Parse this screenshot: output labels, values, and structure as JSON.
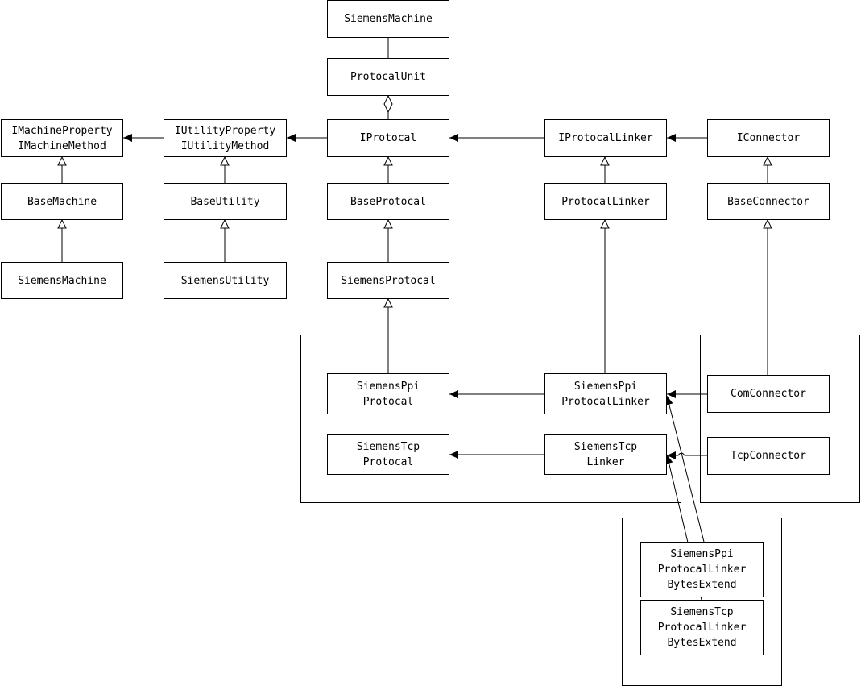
{
  "diagram": {
    "nodes": {
      "siemens_machine_top": [
        "SiemensMachine"
      ],
      "protocal_unit": [
        "ProtocalUnit"
      ],
      "imachine": [
        "IMachineProperty",
        "IMachineMethod"
      ],
      "iutility": [
        "IUtilityProperty",
        "IUtilityMethod"
      ],
      "iprotocal": [
        "IProtocal"
      ],
      "iprotocal_linker": [
        "IProtocalLinker"
      ],
      "iconnector": [
        "IConnector"
      ],
      "base_machine": [
        "BaseMachine"
      ],
      "base_utility": [
        "BaseUtility"
      ],
      "base_protocal": [
        "BaseProtocal"
      ],
      "protocal_linker": [
        "ProtocalLinker"
      ],
      "base_connector": [
        "BaseConnector"
      ],
      "siemens_machine": [
        "SiemensMachine"
      ],
      "siemens_utility": [
        "SiemensUtility"
      ],
      "siemens_protocal": [
        "SiemensProtocal"
      ],
      "siemens_ppi_protocal": [
        "SiemensPpi",
        "Protocal"
      ],
      "siemens_ppi_linker": [
        "SiemensPpi",
        "ProtocalLinker"
      ],
      "com_connector": [
        "ComConnector"
      ],
      "siemens_tcp_protocal": [
        "SiemensTcp",
        "Protocal"
      ],
      "siemens_tcp_linker": [
        "SiemensTcp",
        "Linker"
      ],
      "tcp_connector": [
        "TcpConnector"
      ],
      "ppi_bytes_extend": [
        "SiemensPpi",
        "ProtocalLinker",
        "BytesExtend"
      ],
      "tcp_bytes_extend": [
        "SiemensTcp",
        "ProtocalLinker",
        "BytesExtend"
      ]
    },
    "edges": [
      {
        "from": "protocal_unit",
        "to": "siemens_machine_top",
        "type": "realization"
      },
      {
        "from": "iprotocal",
        "to": "protocal_unit",
        "type": "aggregation"
      },
      {
        "from": "iutility",
        "to": "imachine",
        "type": "association"
      },
      {
        "from": "iprotocal",
        "to": "iutility",
        "type": "association"
      },
      {
        "from": "iprotocal_linker",
        "to": "iprotocal",
        "type": "association"
      },
      {
        "from": "iconnector",
        "to": "iprotocal_linker",
        "type": "association"
      },
      {
        "from": "base_machine",
        "to": "imachine",
        "type": "inheritance"
      },
      {
        "from": "base_utility",
        "to": "iutility",
        "type": "inheritance"
      },
      {
        "from": "base_protocal",
        "to": "iprotocal",
        "type": "inheritance"
      },
      {
        "from": "protocal_linker",
        "to": "iprotocal_linker",
        "type": "inheritance"
      },
      {
        "from": "base_connector",
        "to": "iconnector",
        "type": "inheritance"
      },
      {
        "from": "siemens_machine",
        "to": "base_machine",
        "type": "inheritance"
      },
      {
        "from": "siemens_utility",
        "to": "base_utility",
        "type": "inheritance"
      },
      {
        "from": "siemens_protocal",
        "to": "base_protocal",
        "type": "inheritance"
      },
      {
        "from": "siemens_ppi_protocal",
        "to": "siemens_protocal",
        "type": "inheritance"
      },
      {
        "from": "siemens_ppi_linker",
        "to": "protocal_linker",
        "type": "inheritance"
      },
      {
        "from": "com_connector",
        "to": "base_connector",
        "type": "inheritance"
      },
      {
        "from": "siemens_ppi_linker",
        "to": "siemens_ppi_protocal",
        "type": "association"
      },
      {
        "from": "siemens_tcp_linker",
        "to": "siemens_tcp_protocal",
        "type": "association"
      },
      {
        "from": "com_connector",
        "to": "siemens_ppi_linker",
        "type": "association"
      },
      {
        "from": "tcp_connector",
        "to": "siemens_tcp_linker",
        "type": "association"
      },
      {
        "from": "ppi_bytes_extend",
        "to": "siemens_ppi_linker",
        "type": "association"
      },
      {
        "from": "tcp_bytes_extend",
        "to": "siemens_tcp_linker",
        "type": "association"
      }
    ]
  }
}
